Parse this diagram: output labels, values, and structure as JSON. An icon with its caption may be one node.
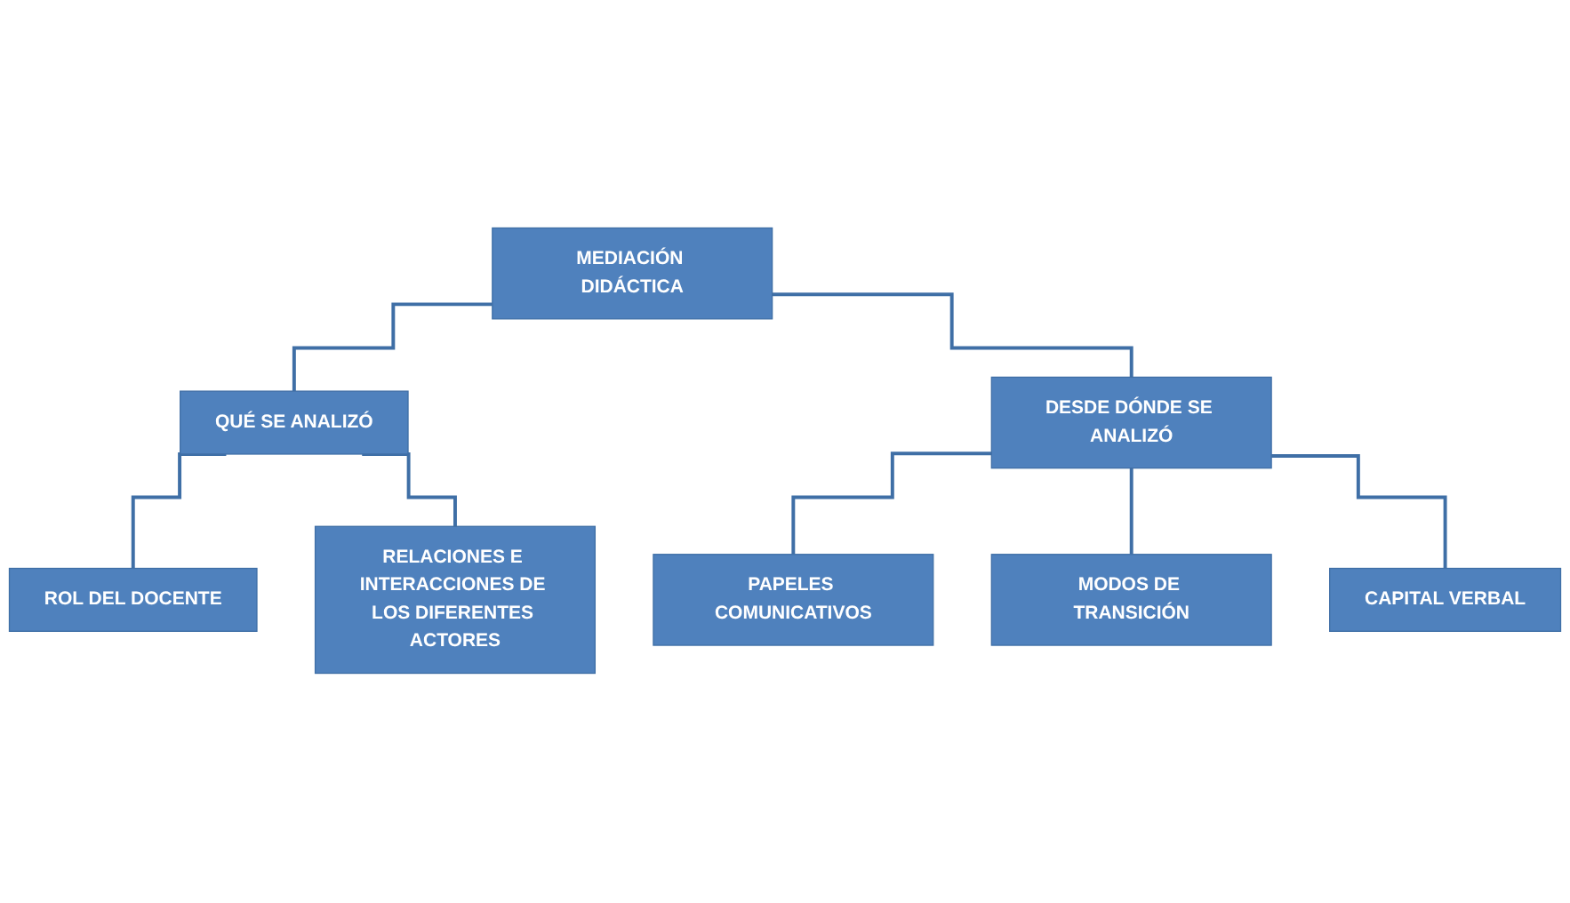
{
  "diagram": {
    "nodes": [
      {
        "text": [
          "MEDIACIÓN DIDÁCTICA"
        ]
      },
      {
        "text": [
          "QUÉ SE ANALIZÓ"
        ]
      },
      {
        "text": [
          "DESDE DÓNDE SE ANALIZÓ"
        ]
      },
      {
        "text": [
          "ROL DEL DOCENTE"
        ]
      },
      {
        "text": [
          "RELACIONES E INTERACCIONES DE LOS DIFERENTES ACTORES"
        ]
      },
      {
        "text": [
          "PAPELES COMUNICATIVOS"
        ]
      },
      {
        "text": [
          "MODOS DE TRANSICIÓN"
        ]
      },
      {
        "text": [
          "CAPITAL VERBAL"
        ]
      }
    ],
    "edges": [
      {
        "from": 0,
        "to": 1,
        "arrow": "none"
      },
      {
        "from": 0,
        "to": 2,
        "arrow": "none"
      },
      {
        "from": 1,
        "to": 3,
        "arrow": "none"
      },
      {
        "from": 1,
        "to": 4,
        "arrow": "none"
      },
      {
        "from": 2,
        "to": 5,
        "arrow": "none"
      },
      {
        "from": 2,
        "to": 6,
        "arrow": "none"
      },
      {
        "from": 2,
        "to": 7,
        "arrow": "none"
      }
    ]
  }
}
